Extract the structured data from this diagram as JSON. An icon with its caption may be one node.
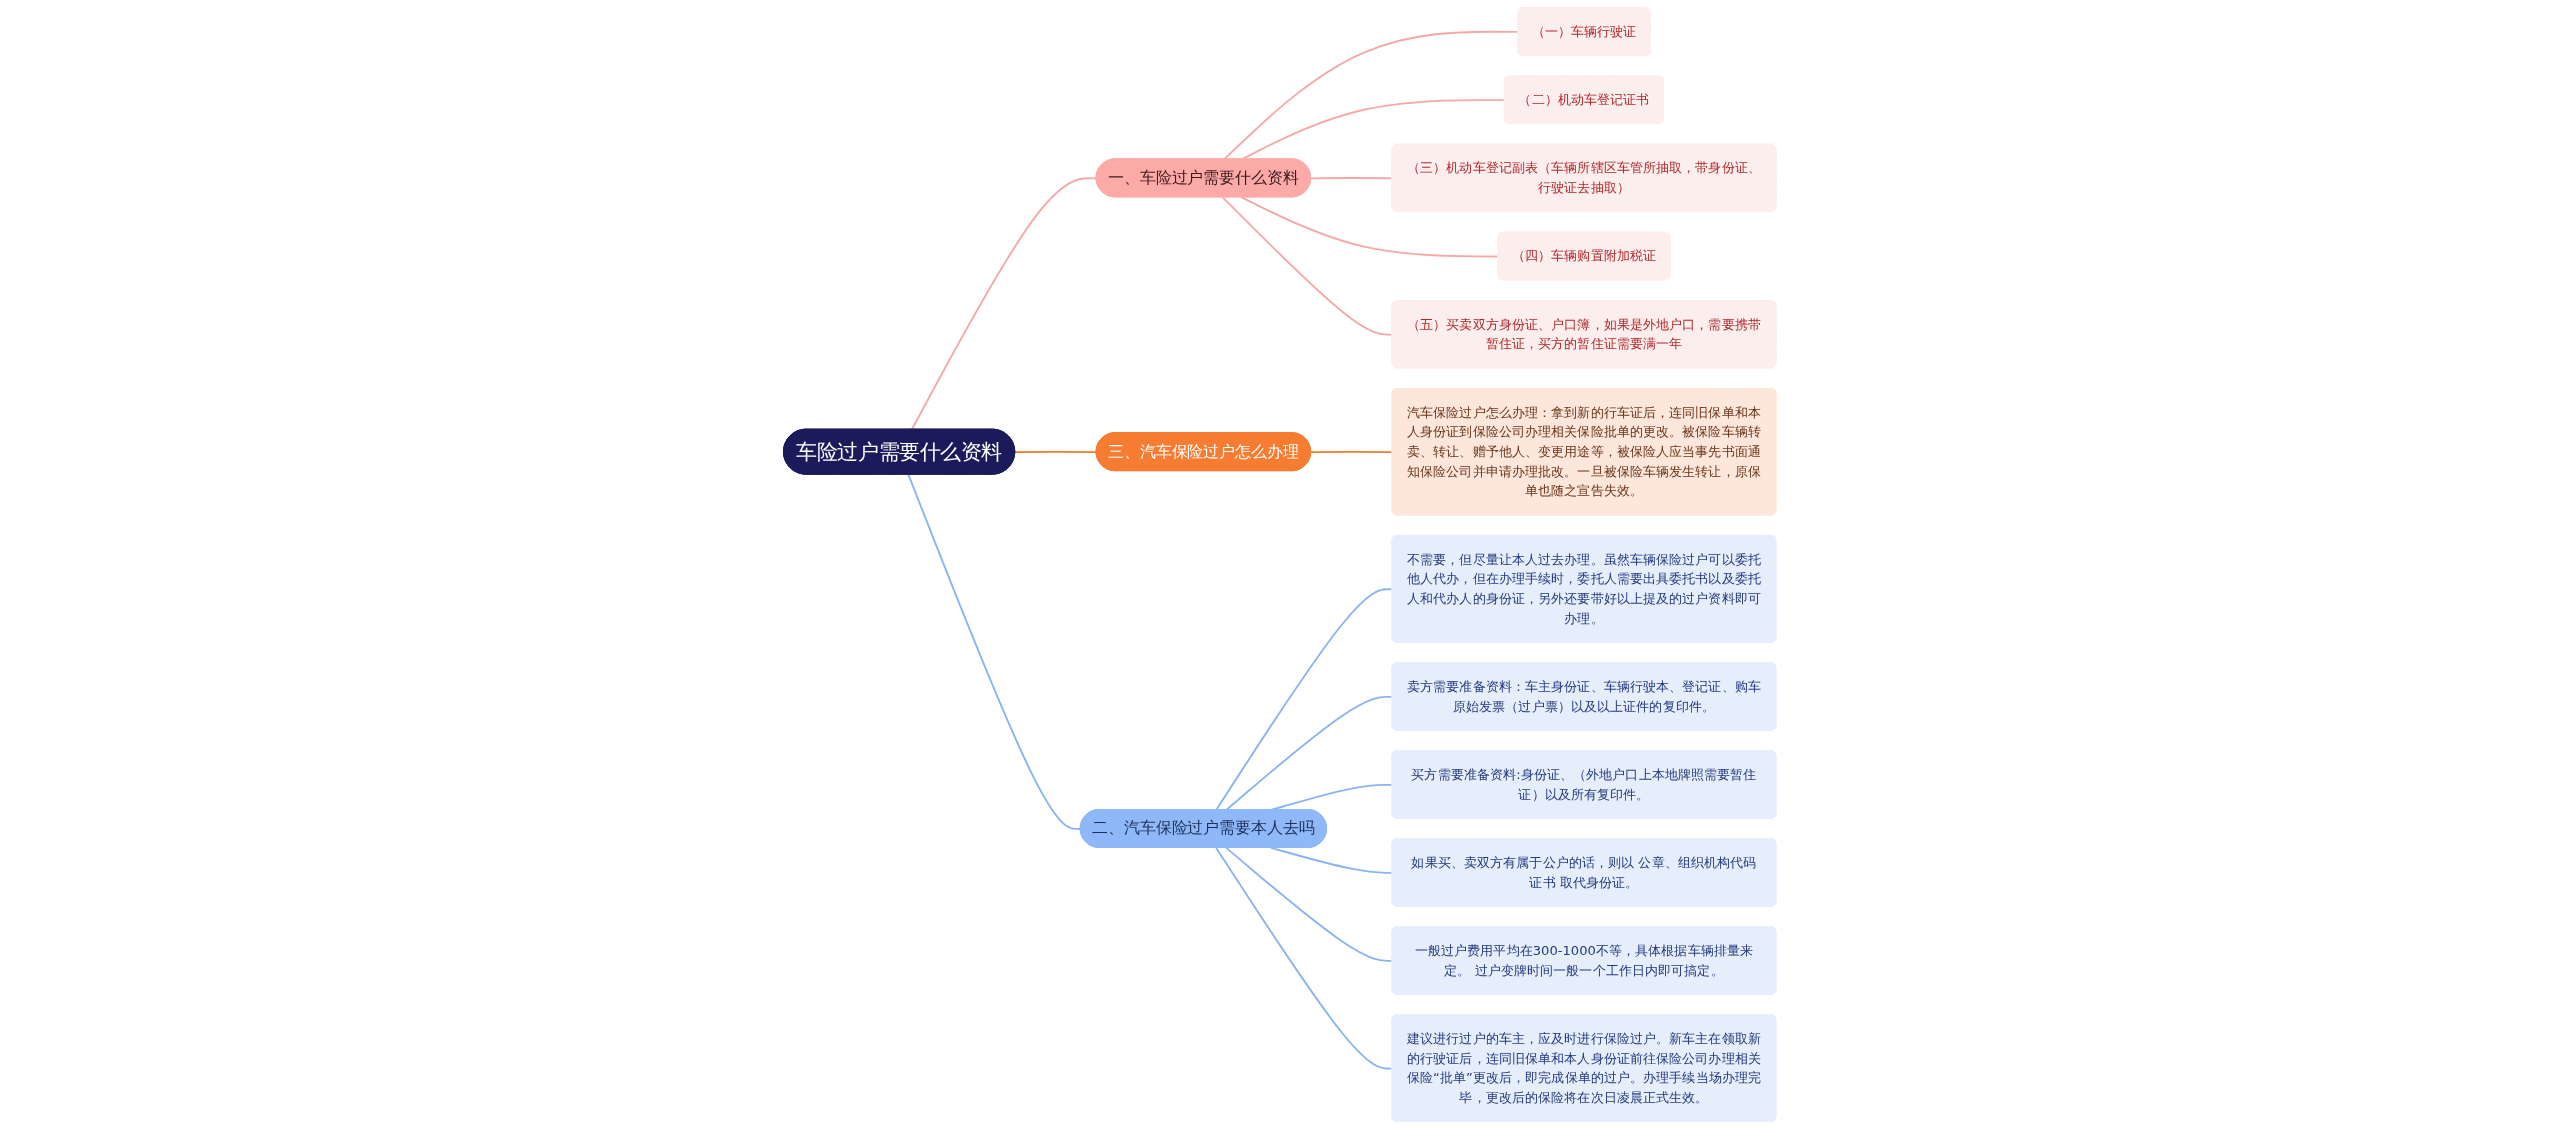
{
  "diagram": {
    "nodes": [
      {
        "text": [
          "车险过户需要什么资料"
        ]
      },
      {
        "text": [
          "一、车险过户需要什么资料"
        ]
      },
      {
        "text": [
          "（一）车辆行驶证"
        ]
      },
      {
        "text": [
          "（二）机动车登记证书"
        ]
      },
      {
        "text": [
          "（三）机动车登记副表（车辆所辖区车管所抽取，带身份证、行驶证去抽取）"
        ]
      },
      {
        "text": [
          "（四）车辆购置附加税证"
        ]
      },
      {
        "text": [
          "（五）买卖双方身份证、户口簿，如果是外地户口，需要携带暂住证，买方的暂住证需要满一年"
        ]
      },
      {
        "text": [
          "三、汽车保险过户怎么办理"
        ]
      },
      {
        "text": [
          "汽车保险过户怎么办理：拿到新的行车证后，连同旧保单和本人身份证到保险公司办理相关保险批单的更改。被保险车辆转卖、转让、赠予他人、变更用途等，被保险人应当事先书面通知保险公司并申请办理批改。一旦被保险车辆发生转让，原保单也随之宣告失效。"
        ]
      },
      {
        "text": [
          "二、汽车保险过户需要本人去吗"
        ]
      },
      {
        "text": [
          "不需要，但尽量让本人过去办理。虽然车辆保险过户可以委托他人代办，但在办理手续时，委托人需要出具委托书以及委托人和代办人的身份证，另外还要带好以上提及的过户资料即可办理。"
        ]
      },
      {
        "text": [
          "卖方需要准备资料：车主身份证、车辆行驶本、登记证、购车原始发票（过户票）以及以上证件的复印件。"
        ]
      },
      {
        "text": [
          "买方需要准备资料:身份证、（外地户口上本地牌照需要暂住证）以及所有复印件。"
        ]
      },
      {
        "text": [
          "如果买、卖双方有属于公户的话，则以 公章、组织机构代码证书 取代身份证。"
        ]
      },
      {
        "text": [
          "一般过户费用平均在300-1000不等，具体根据车辆排量来定。 过户变牌时间一般一个工作日内即可搞定。"
        ]
      },
      {
        "text": [
          "建议进行过户的车主，应及时进行保险过户。新车主在领取新的行驶证后，连同旧保单和本人身份证前往保险公司办理相关保险“批单”更改后，即完成保单的过户。办理手续当场办理完毕，更改后的保险将在次日凌晨正式生效。"
        ]
      }
    ],
    "edges": [
      {
        "from": 0,
        "to": 1,
        "arrow": "none",
        "color": "#f4a9a6"
      },
      {
        "from": 1,
        "to": 2,
        "arrow": "none",
        "color": "#f4a9a6"
      },
      {
        "from": 1,
        "to": 3,
        "arrow": "none",
        "color": "#f4a9a6"
      },
      {
        "from": 1,
        "to": 4,
        "arrow": "none",
        "color": "#f4a9a6"
      },
      {
        "from": 1,
        "to": 5,
        "arrow": "none",
        "color": "#f4a9a6"
      },
      {
        "from": 1,
        "to": 6,
        "arrow": "none",
        "color": "#f4a9a6"
      },
      {
        "from": 0,
        "to": 7,
        "arrow": "none",
        "color": "#f07a30"
      },
      {
        "from": 7,
        "to": 8,
        "arrow": "none",
        "color": "#f07a30"
      },
      {
        "from": 0,
        "to": 9,
        "arrow": "none"
      },
      {
        "from": 9,
        "to": 10,
        "arrow": "none"
      },
      {
        "from": 9,
        "to": 11,
        "arrow": "none"
      },
      {
        "from": 9,
        "to": 12,
        "arrow": "none"
      },
      {
        "from": 9,
        "to": 13,
        "arrow": "none"
      },
      {
        "from": 9,
        "to": 14,
        "arrow": "none"
      },
      {
        "from": 9,
        "to": 15,
        "arrow": "none"
      }
    ]
  }
}
